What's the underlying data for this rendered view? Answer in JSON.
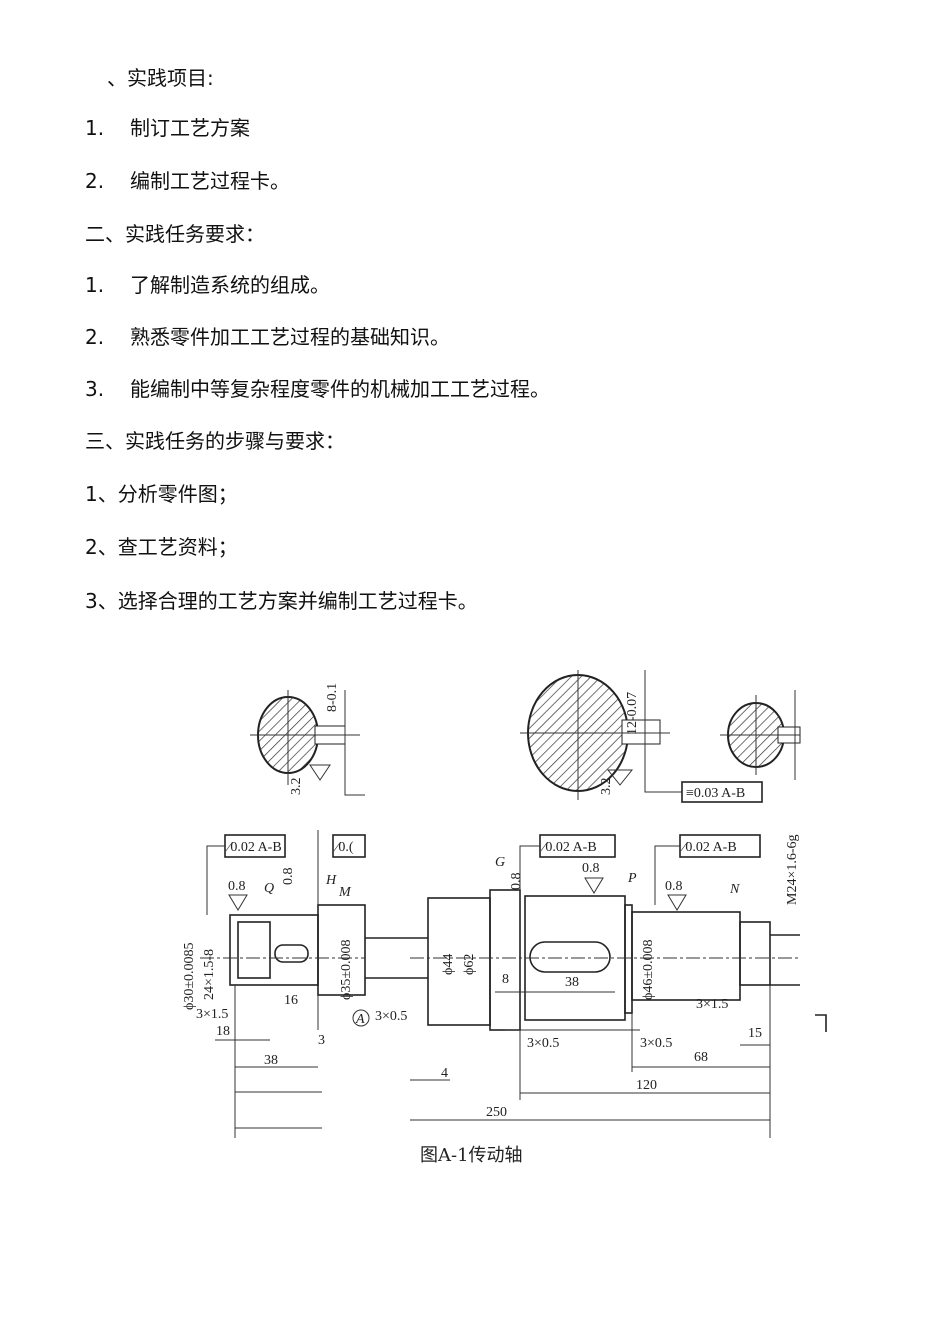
{
  "sections": [
    {
      "heading": "、实践项目:",
      "items": [
        {
          "num": "1.",
          "text": "制订工艺方案"
        },
        {
          "num": "2.",
          "text": "编制工艺过程卡。"
        }
      ]
    },
    {
      "heading": "二、实践任务要求：",
      "items": [
        {
          "num": "1.",
          "text": "了解制造系统的组成。"
        },
        {
          "num": "2.",
          "text": "熟悉零件加工工艺过程的基础知识。"
        },
        {
          "num": "3.",
          "text": "能编制中等复杂程度零件的机械加工工艺过程。"
        }
      ]
    },
    {
      "heading": "三、实践任务的步骤与要求：",
      "items": [
        {
          "text": "1、分析零件图；"
        },
        {
          "text": "2、查工艺资料；"
        },
        {
          "text": "3、选择合理的工艺方案并编制工艺过程卡。"
        }
      ]
    }
  ],
  "figure": {
    "caption": "图A-1传动轴",
    "labels": {
      "fcf1": "⁄0.02 A-B",
      "fcf2": "⁄0.(",
      "fcf3": "⁄0.02 A-B",
      "fcf4": "⁄0.02 A-B",
      "fcf5": "≡0.03 A-B",
      "d30": "ϕ30±0.0085",
      "thread24": "24×1.5-8",
      "d35": "ϕ35±0.008",
      "d44": "ϕ44",
      "d62": "ϕ62",
      "d46": "ϕ46±0.008",
      "m24": "M24×1.6-6g",
      "key8": "8-0.1",
      "key12": "12-0.07",
      "r1": "0.8",
      "r2": "0.8",
      "r3": "0.8",
      "r4": "0.8",
      "r5": "0.8",
      "r6": "3.2",
      "r7": "3.2",
      "Q": "Q",
      "H": "H",
      "M": "M",
      "G": "G",
      "P": "P",
      "N": "N",
      "A": "A",
      "c1": "3×1.5",
      "l16": "16",
      "l18": "18",
      "l38a": "38",
      "l3": "3",
      "c2": "3×0.5",
      "l8": "8",
      "l38b": "38",
      "c3": "3×0.5",
      "c4": "3×0.5",
      "c5": "3×1.5",
      "l15": "15",
      "l68": "68",
      "l4": "4",
      "l120": "120",
      "l250": "250"
    }
  }
}
